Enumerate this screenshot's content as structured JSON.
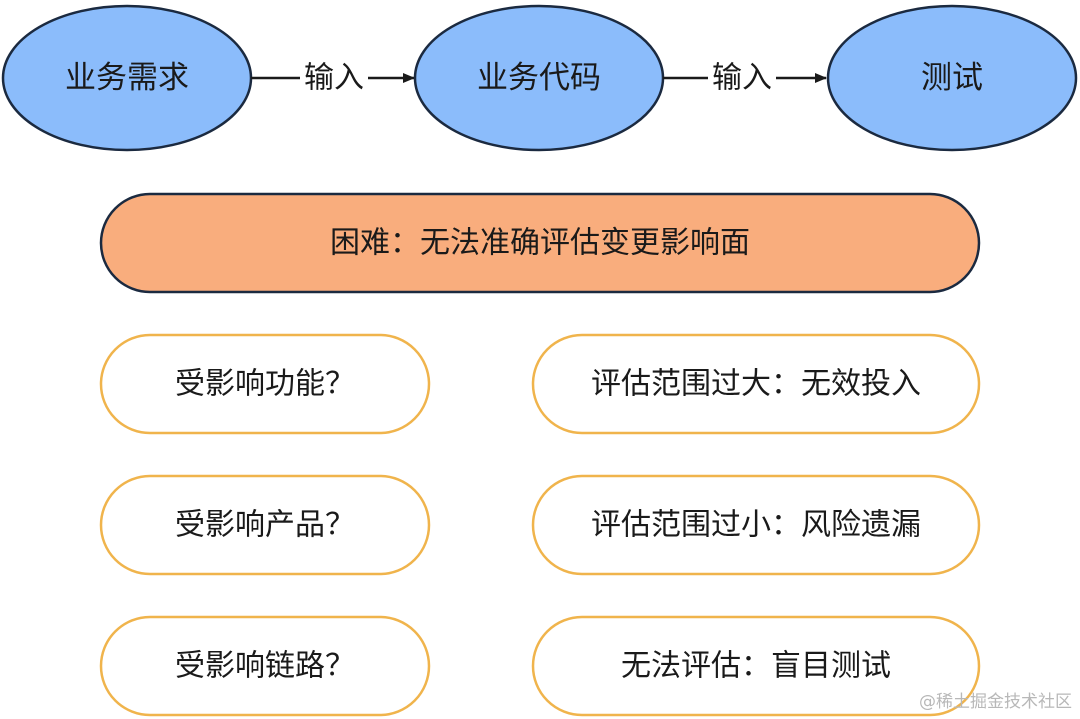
{
  "flow": {
    "nodes": [
      {
        "label": "业务需求"
      },
      {
        "label": "业务代码"
      },
      {
        "label": "测试"
      }
    ],
    "edges": [
      {
        "label": "输入"
      },
      {
        "label": "输入"
      }
    ]
  },
  "difficulty": {
    "label": "困难：无法准确评估变更影响面"
  },
  "questions": [
    {
      "label": "受影响功能？"
    },
    {
      "label": "受影响产品？"
    },
    {
      "label": "受影响链路？"
    }
  ],
  "consequences": [
    {
      "label": "评估范围过大：无效投入"
    },
    {
      "label": "评估范围过小：风险遗漏"
    },
    {
      "label": "无法评估：盲目测试"
    }
  ],
  "watermark": "@稀土掘金技术社区",
  "colors": {
    "ellipse_fill": "#8bbcfb",
    "ellipse_stroke": "#1b2a40",
    "banner_fill": "#f9ad7d",
    "banner_stroke": "#1b2a40",
    "pill_stroke": "#f0b44c",
    "pill_fill": "#ffffff",
    "arrow": "#1a1a1a"
  }
}
